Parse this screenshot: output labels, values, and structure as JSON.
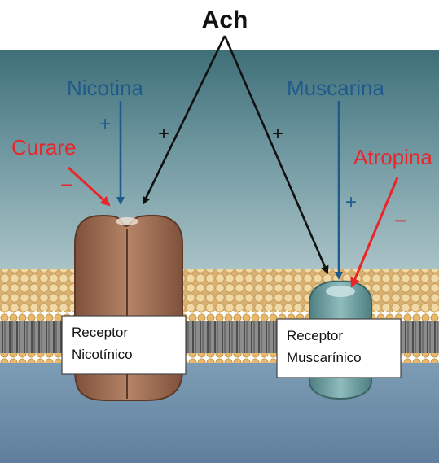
{
  "title": "Ach",
  "agonists": {
    "nicotine": "Nicotina",
    "muscarine": "Muscarina"
  },
  "antagonists": {
    "curare": "Curare",
    "atropine": "Atropina"
  },
  "signs": {
    "plus": "+",
    "minus": "−"
  },
  "receptors": {
    "nicotinic": {
      "line1": "Receptor",
      "line2": "Nicotínico"
    },
    "muscarinic": {
      "line1": "Receptor",
      "line2": "Muscarínico"
    }
  },
  "colors": {
    "agonist_blue": "#1f5a8c",
    "antagonist_red": "#e8262a",
    "ach_black": "#111111",
    "nicotinic_receptor": "#9a6a52",
    "muscarinic_receptor": "#6c9c9e",
    "lipid_head": "#e7c58c",
    "extracellular": "#4f7d86"
  }
}
